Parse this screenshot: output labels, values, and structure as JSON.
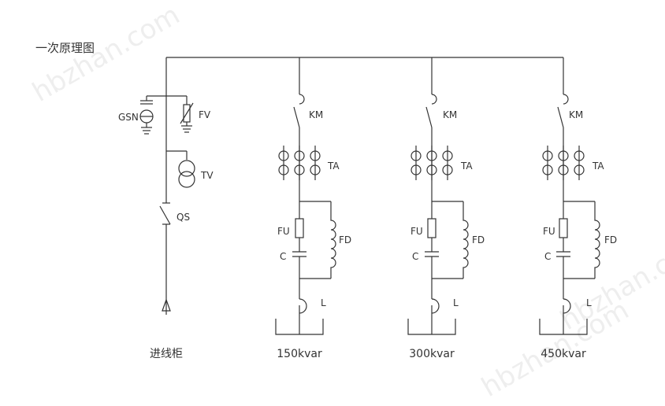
{
  "title": "一次原理图",
  "watermark": "hbzhan.com",
  "incoming": {
    "caption": "进线柜",
    "labels": {
      "gsn": "GSN",
      "fv": "FV",
      "tv": "TV",
      "qs": "QS"
    }
  },
  "branch_labels": {
    "km": "KM",
    "ta": "TA",
    "fu": "FU",
    "fd": "FD",
    "c": "C",
    "l": "L"
  },
  "branches": [
    {
      "caption": "150kvar"
    },
    {
      "caption": "300kvar"
    },
    {
      "caption": "450kvar"
    }
  ]
}
